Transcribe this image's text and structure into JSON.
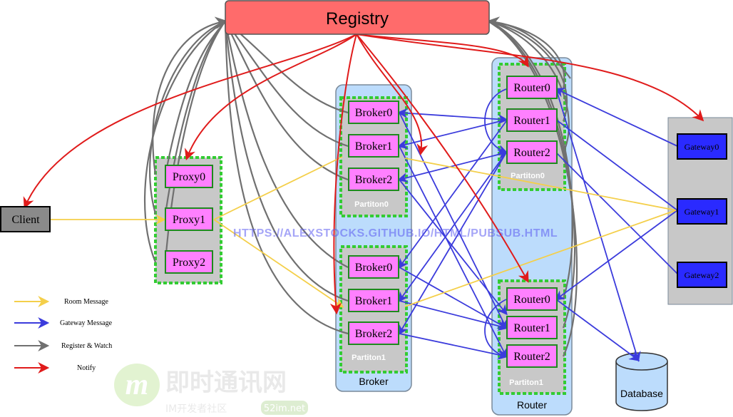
{
  "registry": {
    "label": "Registry"
  },
  "client": {
    "label": "Client"
  },
  "proxies": [
    "Proxy0",
    "Proxy1",
    "Proxy2"
  ],
  "broker": {
    "group_label": "Broker",
    "partitions": [
      {
        "label": "Partiton0",
        "nodes": [
          "Broker0",
          "Broker1",
          "Broker2"
        ]
      },
      {
        "label": "Partiton1",
        "nodes": [
          "Broker0",
          "Broker1",
          "Broker2"
        ]
      }
    ]
  },
  "router": {
    "group_label": "Router",
    "partitions": [
      {
        "label": "Partiton0",
        "nodes": [
          "Router0",
          "Router1",
          "Router2"
        ]
      },
      {
        "label": "Partiton1",
        "nodes": [
          "Router0",
          "Router1",
          "Router2"
        ]
      }
    ]
  },
  "gateways": [
    "Gateway0",
    "Gateway1",
    "Gateway2"
  ],
  "database": {
    "label": "Database"
  },
  "legend": [
    {
      "label": "Room Message",
      "color": "#f4cf4a"
    },
    {
      "label": "Gateway Message",
      "color": "#3b3bdc"
    },
    {
      "label": "Register & Watch",
      "color": "#707070"
    },
    {
      "label": "Notify",
      "color": "#e01b1b"
    }
  ],
  "watermark": {
    "url": "HTTPS://ALEXSTOCKS.GITHUB.IO/HTML/PUBSUB.HTML",
    "brand_cn": "即时通讯网",
    "brand_sub": "IM开发者社区",
    "site": "52im.net",
    "logo_letter": "m"
  },
  "colors": {
    "registry_fill": "#ff6b6b",
    "node_fill": "#ff80ff",
    "node_border": "#1e8a1e",
    "partition_fill": "#c8c8c8",
    "partition_border": "#33cc33",
    "group_fill": "#bcdcfc",
    "gateway_fill": "#2a2aff",
    "client_fill": "#8a8a8a"
  }
}
